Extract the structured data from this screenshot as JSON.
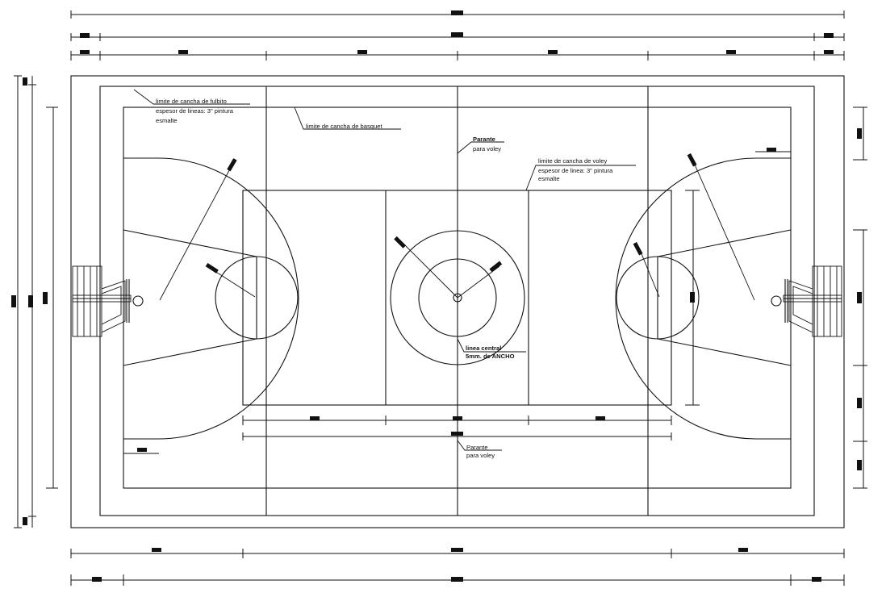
{
  "labels": {
    "fulbito_limit": "limite de cancha de fulbito",
    "fulbito_spec_1": "espesor de lineas: 3\" pintura",
    "fulbito_spec_2": "esmalte",
    "basquet_limit": "limite de cancha de basquet",
    "voley_limit": "limite de cancha de voley",
    "voley_spec_1": "espesor de linea: 3\" pintura",
    "voley_spec_2": "esmalte",
    "parante_top_1": "Parante",
    "parante_top_2": "para voley",
    "parante_bottom_1": "Parante",
    "parante_bottom_2": "para voley",
    "center_line_1": "linea central",
    "center_line_2": "5mm. de ANCHO"
  },
  "colors": {
    "ink": "#111111",
    "paper": "#ffffff"
  }
}
